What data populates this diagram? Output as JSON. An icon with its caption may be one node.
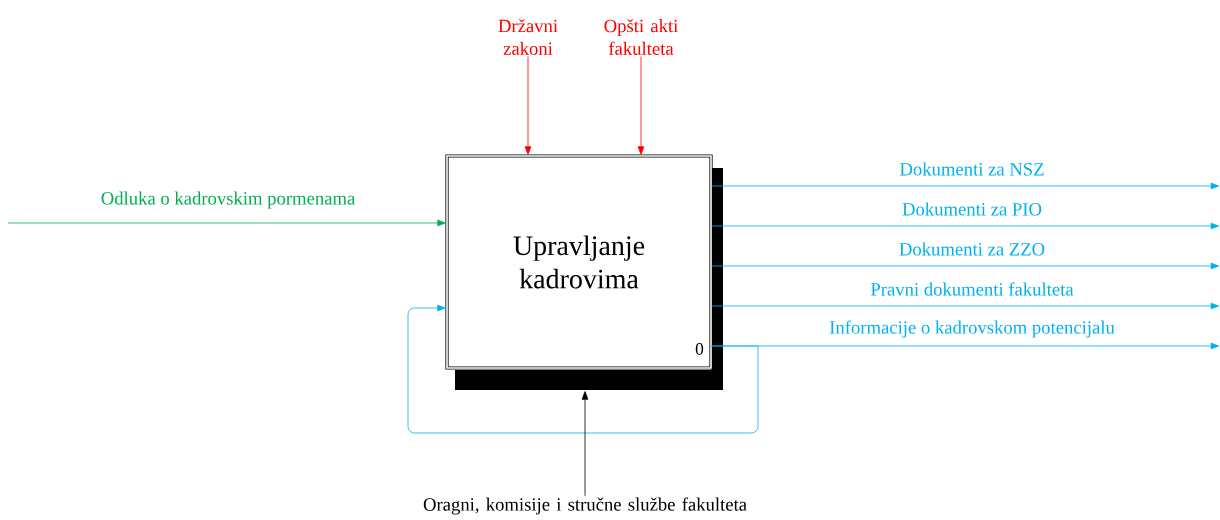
{
  "diagram": {
    "nodes": [
      {
        "text": [
          "Upravljanje kadrovima",
          "0"
        ]
      },
      {
        "text": [
          "Državni zakoni"
        ]
      },
      {
        "text": [
          "Opšti akti fakulteta"
        ]
      },
      {
        "text": [
          "Oragni, komisije i stručne službe fakulteta"
        ]
      }
    ],
    "edges": [
      {
        "from": 1,
        "to": 0,
        "arrow": "to",
        "color": "#ff0000"
      },
      {
        "from": 2,
        "to": 0,
        "arrow": "to",
        "color": "#ff0000"
      },
      {
        "from": null,
        "to": 0,
        "arrow": "to",
        "label": "Odluka o kadrovskim pormenama",
        "color": "#00b050"
      },
      {
        "from": 0,
        "to": null,
        "arrow": "to",
        "label": "Dokumenti za NSZ"
      },
      {
        "from": 0,
        "to": null,
        "arrow": "to",
        "label": "Dokumenti za PIO"
      },
      {
        "from": 0,
        "to": null,
        "arrow": "to",
        "label": "Dokumenti za ZZO"
      },
      {
        "from": 0,
        "to": null,
        "arrow": "to",
        "label": "Pravni dokumenti fakulteta"
      },
      {
        "from": 0,
        "to": null,
        "arrow": "to",
        "label": "Informacije o kadrovskom potencijalu"
      },
      {
        "from": 0,
        "to": 0,
        "arrow": "to"
      },
      {
        "from": 3,
        "to": 0,
        "arrow": "to",
        "color": "#000000"
      }
    ]
  }
}
